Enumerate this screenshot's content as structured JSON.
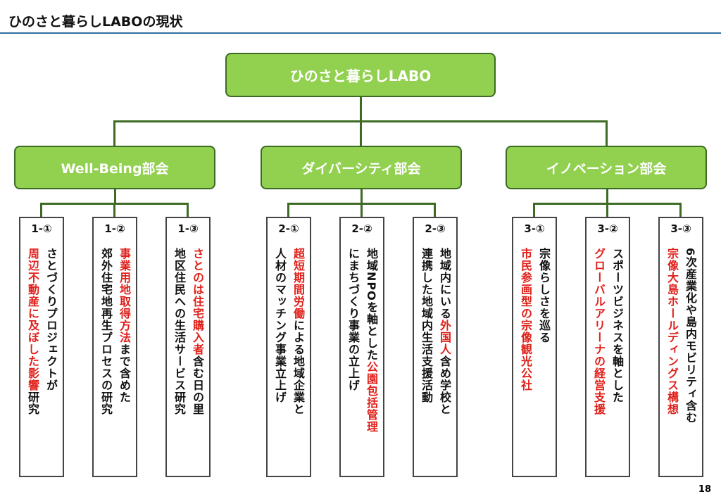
{
  "header": {
    "title": "ひのさと暮らしLABOの現状"
  },
  "root": {
    "label": "ひのさと暮らしLABO"
  },
  "divisions": [
    {
      "label": "Well-Being部会"
    },
    {
      "label": "ダイバーシティ部会"
    },
    {
      "label": "イノベーション部会"
    }
  ],
  "items": [
    {
      "num": "1-①",
      "lines": [
        [
          {
            "t": "さとづくりプロジェクトが",
            "r": false
          }
        ],
        [
          {
            "t": "周辺不動産に及ぼした影響",
            "r": true
          },
          {
            "t": "研究",
            "r": false
          }
        ]
      ]
    },
    {
      "num": "1-②",
      "lines": [
        [
          {
            "t": "事業用地取得方法",
            "r": true
          },
          {
            "t": "まで含めた",
            "r": false
          }
        ],
        [
          {
            "t": "郊外住宅地再生プロセスの研究",
            "r": false
          }
        ]
      ]
    },
    {
      "num": "1-③",
      "lines": [
        [
          {
            "t": "さとのは住宅購入者",
            "r": true
          },
          {
            "t": "含む日の里",
            "r": false
          }
        ],
        [
          {
            "t": "地区住民への生活サービス研究",
            "r": false
          }
        ]
      ]
    },
    {
      "num": "2-①",
      "lines": [
        [
          {
            "t": "超短期間労働",
            "r": true
          },
          {
            "t": "による地域企業と",
            "r": false
          }
        ],
        [
          {
            "t": "人材のマッチング事業立上げ",
            "r": false
          }
        ]
      ]
    },
    {
      "num": "2-②",
      "lines": [
        [
          {
            "t": "地域NPOを軸とした",
            "r": false
          },
          {
            "t": "公園包括管理",
            "r": true
          }
        ],
        [
          {
            "t": "にまちづくり事業の立上げ",
            "r": false
          }
        ]
      ]
    },
    {
      "num": "2-③",
      "lines": [
        [
          {
            "t": "地域内にいる",
            "r": false
          },
          {
            "t": "外国人",
            "r": true
          },
          {
            "t": "含め学校と",
            "r": false
          }
        ],
        [
          {
            "t": "連携した地域内生活支援活動",
            "r": false
          }
        ]
      ]
    },
    {
      "num": "3-①",
      "lines": [
        [
          {
            "t": "宗像らしさを巡る",
            "r": false
          }
        ],
        [
          {
            "t": "市民参画型の宗像観光公社",
            "r": true
          }
        ]
      ]
    },
    {
      "num": "3-②",
      "lines": [
        [
          {
            "t": "スポーツビジネスを軸とした",
            "r": false
          }
        ],
        [
          {
            "t": "グローバルアリーナの経営支援",
            "r": true
          }
        ]
      ]
    },
    {
      "num": "3-③",
      "lines": [
        [
          {
            "t": "6次産業化や島内モビリティ含む",
            "r": false
          }
        ],
        [
          {
            "t": "宗像大島ホールディングス構想",
            "r": true
          }
        ]
      ]
    }
  ],
  "footer": {
    "page": "18"
  },
  "colors": {
    "box_fill": "#92d050",
    "border": "#3d6b24",
    "highlight": "#e0201a"
  }
}
